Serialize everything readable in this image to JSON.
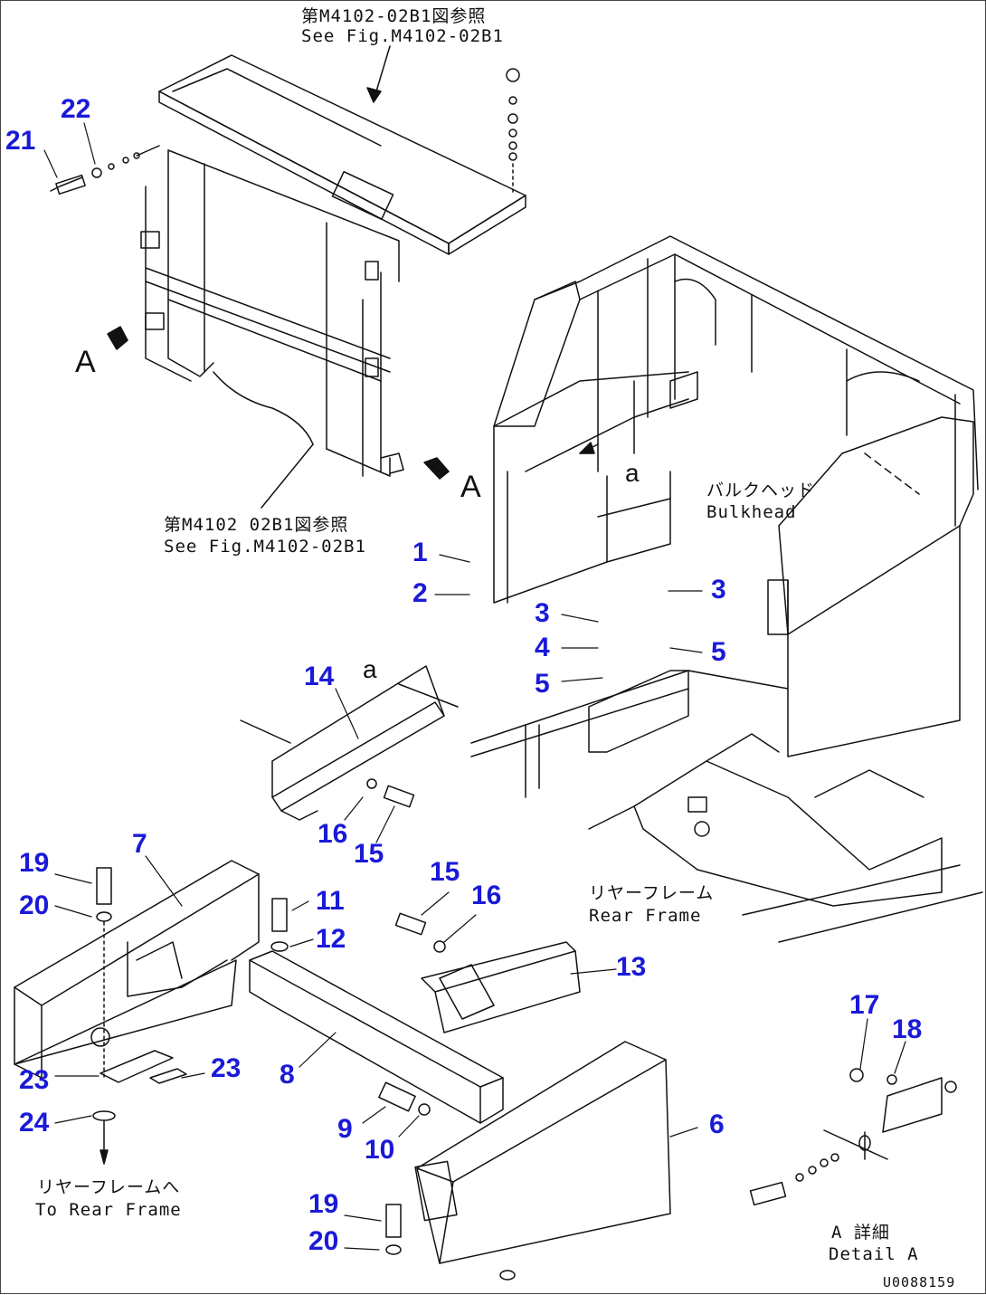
{
  "references": {
    "top_jp": "第M4102-02B1図参照",
    "top_en": "See Fig.M4102-02B1",
    "mid_jp": "第M4102 02B1図参照",
    "mid_en": "See Fig.M4102-02B1"
  },
  "labels": {
    "bulkhead_jp": "バルクヘッド",
    "bulkhead_en": "Bulkhead",
    "rear_frame_jp": "リヤーフレーム",
    "rear_frame_en": "Rear Frame",
    "to_rear_jp": "リヤーフレームへ",
    "to_rear_en": "To Rear Frame",
    "detail_jp": "A 詳細",
    "detail_en": "Detail A",
    "view_a_1": "A",
    "view_a_2": "A",
    "view_a_small_1": "a",
    "view_a_small_2": "a",
    "doc_number": "U0088159"
  },
  "callouts": [
    "1",
    "2",
    "3",
    "3",
    "4",
    "5",
    "5",
    "6",
    "7",
    "8",
    "9",
    "10",
    "11",
    "12",
    "13",
    "14",
    "15",
    "15",
    "16",
    "16",
    "17",
    "18",
    "19",
    "19",
    "20",
    "20",
    "21",
    "22",
    "23",
    "23",
    "24"
  ],
  "colors": {
    "callout": "#1a1ad8",
    "line": "#111111"
  }
}
